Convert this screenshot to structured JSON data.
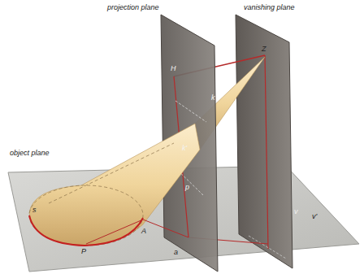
{
  "diagram": {
    "labels": [
      "projection plane",
      "vanishing plane",
      "object plane",
      "H",
      "Z",
      "k",
      "k'",
      "p",
      "s",
      "P",
      "A",
      "a",
      "v",
      "v'"
    ]
  }
}
